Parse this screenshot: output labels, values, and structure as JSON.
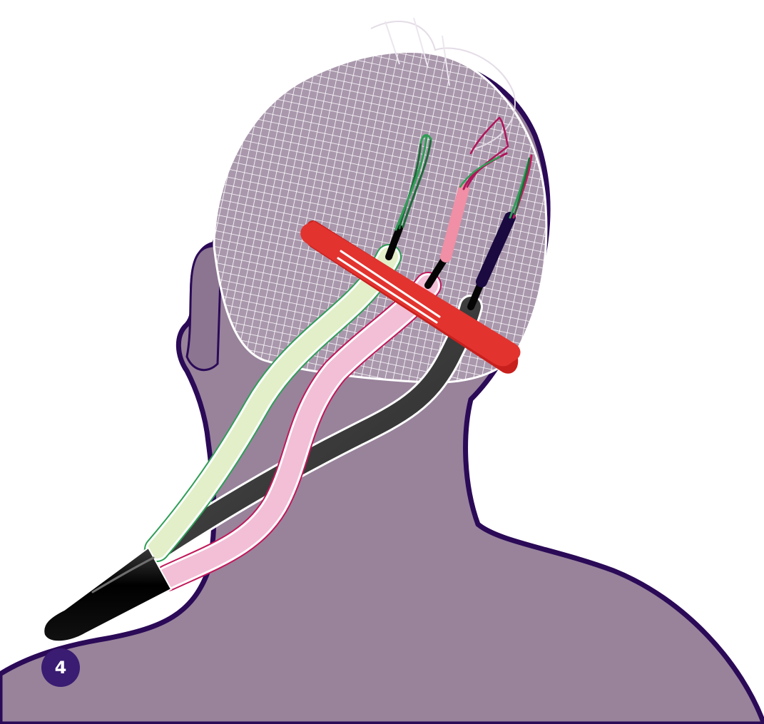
{
  "step_badge": {
    "number": "4"
  },
  "colors": {
    "background": "#ffffff",
    "body_fill": "#98839b",
    "body_outline": "#2b0a57",
    "net": "#ffffff",
    "clip": "#e2332f",
    "green_tube": "#e2efc8",
    "green_edge": "#2e9e55",
    "pink_tube": "#f2bfd6",
    "pink_edge": "#c2185b",
    "grey_tube": "#595959",
    "connector": "#050505",
    "badge": "#3a1c72"
  },
  "icons": [
    "head-silhouette",
    "net-cap",
    "clip-icon",
    "electrode-leads",
    "connector-plug"
  ]
}
